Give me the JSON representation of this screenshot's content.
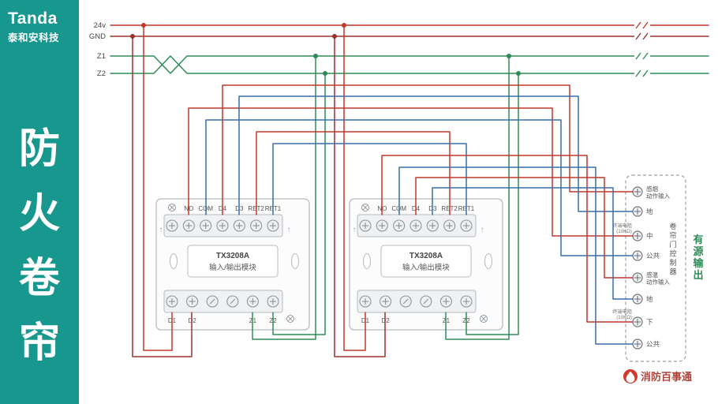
{
  "colors": {
    "sidebar_teal": "#17978e",
    "wire_red": "#c0392b",
    "wire_dark_red": "#9a352c",
    "wire_blue": "#3a6ea5",
    "wire_green": "#2e8b57",
    "module_stroke": "#b4bcc2",
    "output_green": "#2e8b57",
    "logo_red": "#cf3a2d",
    "footer_text": "#b0453c"
  },
  "sidebar": {
    "brand": "Tanda",
    "brand_sub": "泰和安科技",
    "title_chars": [
      "防",
      "火",
      "卷",
      "帘"
    ]
  },
  "bus": {
    "labels": [
      "24v",
      "GND",
      "Z1",
      "Z2"
    ]
  },
  "module": {
    "count": 2,
    "model": "TX3208A",
    "subtitle": "输入/输出模块",
    "top_terminals": [
      "NO",
      "COM",
      "D4",
      "D3",
      "RET2",
      "RET1"
    ],
    "bottom_terminals": [
      "D1",
      "D2",
      "Z1",
      "Z2"
    ]
  },
  "controller": {
    "terminals": [
      {
        "label": "感烟动作输入",
        "lines": [
          "感烟",
          "动作输入"
        ]
      },
      {
        "label": "地",
        "lines": [
          "地"
        ]
      },
      {
        "label": "中",
        "lines": [
          "中"
        ],
        "note": "终端电阻(10KΩ)",
        "note_lines": [
          "终端电阻",
          "(10KΩ)"
        ]
      },
      {
        "label": "公共",
        "lines": [
          "公共"
        ]
      },
      {
        "label": "感温动作输入",
        "lines": [
          "感温",
          "动作输入"
        ]
      },
      {
        "label": "地",
        "lines": [
          "地"
        ]
      },
      {
        "label": "下",
        "lines": [
          "下"
        ],
        "note": "终端电阻(10KΩ)",
        "note_lines": [
          "终端电阻",
          "(10KΩ)"
        ]
      },
      {
        "label": "公共",
        "lines": [
          "公共"
        ]
      }
    ],
    "side_label": "卷帘门控制器",
    "output_label": "有源输出"
  },
  "footer": {
    "brand": "消防百事通"
  }
}
